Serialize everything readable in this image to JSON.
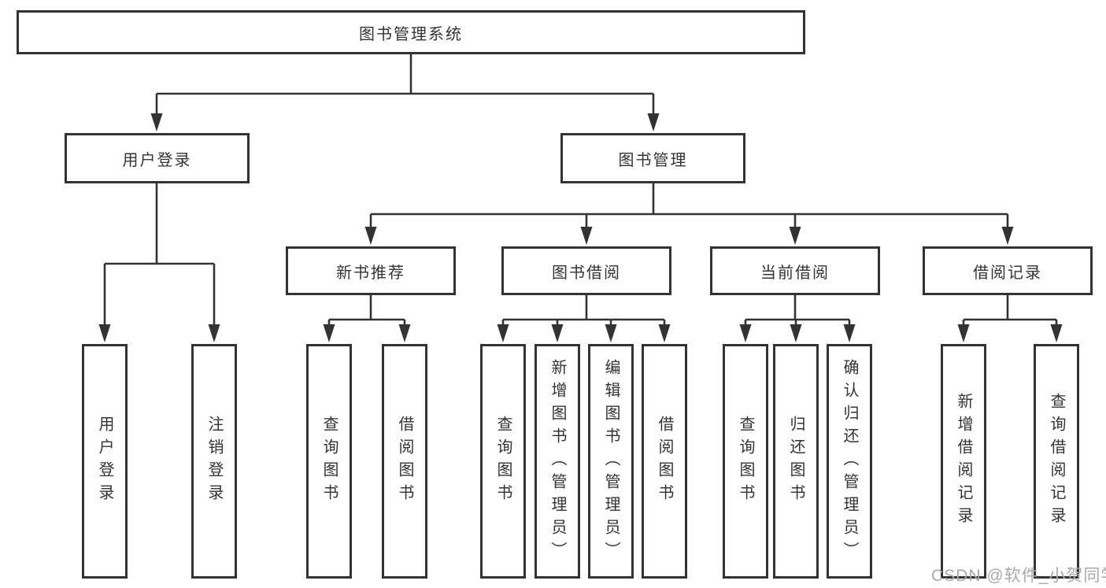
{
  "colors": {
    "line": "#333333",
    "box_border": "#333333",
    "text": "#333333",
    "watermark": "#a9a9a9",
    "background": "#ffffff"
  },
  "watermark": {
    "text": "CSDN @软件_小贺同学"
  },
  "tree": {
    "root": {
      "label": "图书管理系统"
    },
    "level2": [
      {
        "label": "用户登录",
        "children": [
          {
            "label": "用户登录"
          },
          {
            "label": "注销登录"
          }
        ]
      },
      {
        "label": "图书管理",
        "children": [
          {
            "label": "新书推荐",
            "children": [
              {
                "label": "查询图书"
              },
              {
                "label": "借阅图书"
              }
            ]
          },
          {
            "label": "图书借阅",
            "children": [
              {
                "label": "查询图书"
              },
              {
                "label": "新增图书（管理员）"
              },
              {
                "label": "编辑图书（管理员）"
              },
              {
                "label": "借阅图书"
              }
            ]
          },
          {
            "label": "当前借阅",
            "children": [
              {
                "label": "查询图书"
              },
              {
                "label": "归还图书"
              },
              {
                "label": "确认归还（管理员）"
              }
            ]
          },
          {
            "label": "借阅记录",
            "children": [
              {
                "label": "新增借阅记录"
              },
              {
                "label": "查询借阅记录"
              }
            ]
          }
        ]
      }
    ]
  }
}
